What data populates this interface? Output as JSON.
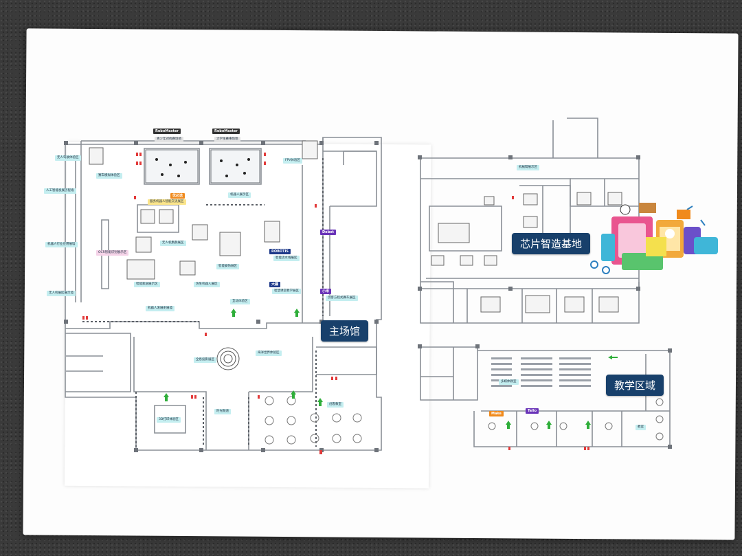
{
  "areas": {
    "main_hall": "主场馆",
    "chip_base": "芯片智造基地",
    "teaching_area": "教学区域"
  },
  "colors": {
    "label_bg": "#18406b",
    "tag_cyan": "#c4eef0",
    "tag_green": "#cdeec5",
    "tag_yellow": "#fbe58b",
    "tag_pink": "#f5d3e8",
    "exit_red": "#e23a3a",
    "arrow_green": "#2fae3a",
    "wall": "#8a8f96"
  },
  "zones": {
    "z1": "无人驾驶体验区",
    "z2": "人工智能发展历程墙",
    "z3": "机器人行业应用展墙",
    "z4": "OCR智能识别展示区",
    "z5": "无人机展区展示墙",
    "z6": "青少年对抗赛场地",
    "z7": "大学生赛事场地",
    "z8": "赛车模拟体验区",
    "z9": "服务机器人智能交流展区",
    "z10": "机器人展示区",
    "z11": "FPV体验区",
    "z12": "智能家居展示区",
    "z13": "无人机集群展区",
    "z14": "仿生机器人展区",
    "z15": "智能安防展区",
    "z16": "机器人发展史展墙",
    "z17": "互动体验区",
    "z18": "智能流水线展区",
    "z19": "智慧课堂教学展区",
    "z20": "创客方程式赛车展区",
    "z21": "全息投影展区",
    "z22": "海洋世界体验区",
    "z23": "3D打印体验区",
    "z24": "时光隧道",
    "z25": "创客教室",
    "z26": "教室",
    "z27": "机械臂展示区",
    "z28": "多媒体教室"
  },
  "logos": {
    "l1": "RoboMaster",
    "l2": "RoboMaster",
    "l3": "优必选",
    "l4": "ROBOTIS",
    "l5": "Dobot",
    "l6": "大疆",
    "l7": "小米",
    "l8": "Make",
    "l9": "Tello"
  }
}
